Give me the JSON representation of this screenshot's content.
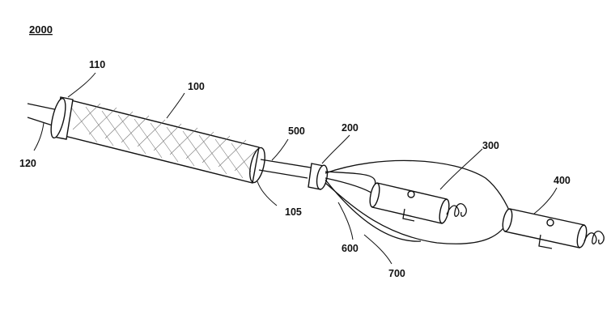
{
  "figure": {
    "id": "2000"
  },
  "labels": {
    "sheath_end": "110",
    "stent": "100",
    "shaft": "120",
    "sheath_tip": "105",
    "inner_tube": "500",
    "hub": "200",
    "lead_1": "300",
    "lead_2": "400",
    "wire_1": "600",
    "wire_2": "700"
  }
}
